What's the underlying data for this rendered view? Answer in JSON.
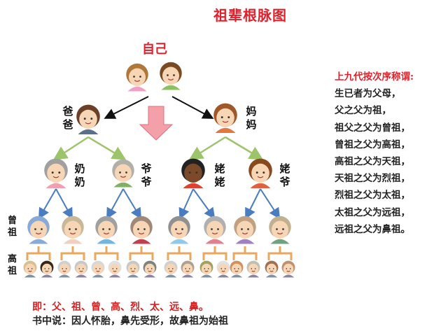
{
  "title": "祖辈根脉图",
  "self_label": "自己",
  "parents": [
    {
      "label": "爸爸"
    },
    {
      "label": "妈妈"
    }
  ],
  "grandparents": [
    {
      "label": "奶奶"
    },
    {
      "label": "爷爷"
    },
    {
      "label": "姥姥"
    },
    {
      "label": "姥爷"
    }
  ],
  "generation_labels": {
    "great": "曾祖",
    "great_great": "高祖"
  },
  "rules": {
    "heading": "上九代按次序称谓:",
    "lines": [
      "生已者为父母，",
      "父之父为祖，",
      "祖父之父为曾祖，",
      "曾祖之父为高祖，",
      "高祖之父为天祖，",
      "天祖之父为烈祖，",
      "烈祖之父为太祖，",
      "太祖之父为远祖，",
      "远祖之父为鼻祖。"
    ]
  },
  "footer": {
    "summary": "即：父、祖、曾、高、烈、太、远、鼻。",
    "note": "书中说：因人怀胎，鼻先受形，故鼻祖为始祖"
  },
  "colors": {
    "title": "#e0202a",
    "black_arrow": "#111111",
    "pink_arrow": "#f4a0a8",
    "green_arrow": "#9cc46a",
    "blue_arrow": "#4a7cc0",
    "bracket": "#e8a860"
  }
}
